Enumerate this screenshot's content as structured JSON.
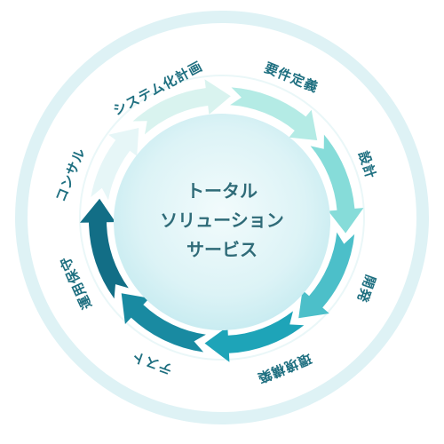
{
  "center": {
    "lines": [
      "トータル",
      "ソリューション",
      "サービス"
    ]
  },
  "stages": [
    {
      "label": "システム化計画",
      "color": "#d9f3ef"
    },
    {
      "label": "要件定義",
      "color": "#b4ebe5"
    },
    {
      "label": "設計",
      "color": "#86dcd9"
    },
    {
      "label": "開発",
      "color": "#4cbfc9"
    },
    {
      "label": "環境構築",
      "color": "#1ea4b8"
    },
    {
      "label": "テスト",
      "color": "#198aa1"
    },
    {
      "label": "運用保守",
      "color": "#126e86"
    },
    {
      "label": "コンサル",
      "color": "#e6f6f7"
    }
  ],
  "colors": {
    "outer_ring": "#def2f5",
    "inner_ring": "#eaf7f8",
    "center_core": "#d8f2f6",
    "label": "#1e6f80",
    "center_text": "#2f6b78"
  }
}
